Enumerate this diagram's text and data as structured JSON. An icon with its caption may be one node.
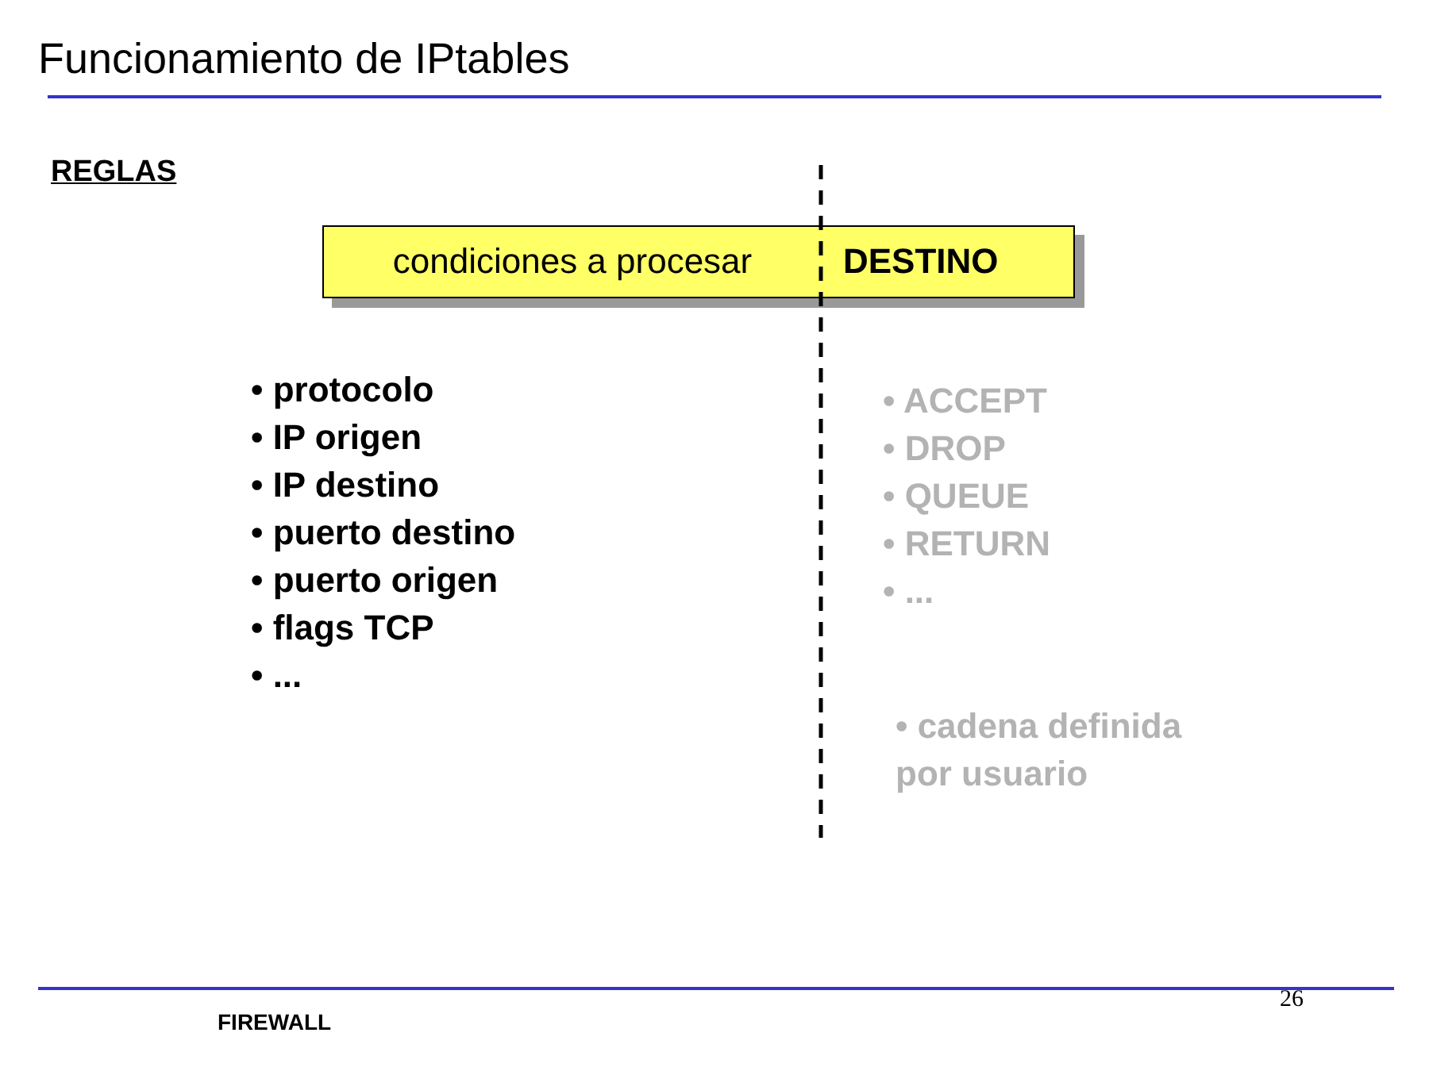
{
  "diagram": {
    "title": "Funcionamiento de IPtables",
    "nodes": [
      {
        "text": [
          "condiciones a procesar",
          "DESTINO"
        ]
      }
    ],
    "edges": [],
    "labels": [
      "REGLAS",
      "• protocolo",
      "• IP origen",
      "• IP destino",
      "• puerto destino",
      "• puerto origen",
      "• flags TCP",
      "• ...",
      "• ACCEPT",
      "• DROP",
      "• QUEUE",
      "• RETURN",
      "• ...",
      "• cadena definida por usuario",
      "26",
      "FIREWALL"
    ]
  }
}
